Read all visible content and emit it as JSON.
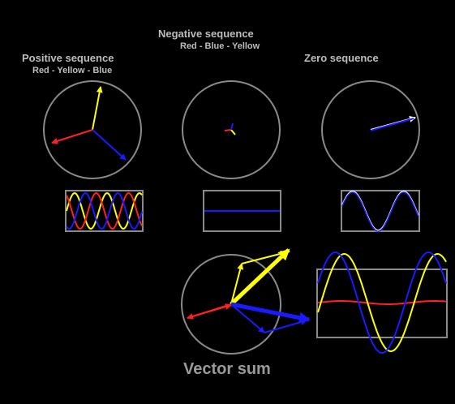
{
  "colors": {
    "background": "#000000",
    "red": "#ff2020",
    "yellow": "#ffff00",
    "blue": "#1a1aff",
    "outline": "#8a8a8a",
    "text": "#bdbdbd"
  },
  "positive": {
    "title": "Positive sequence",
    "order": "Red - Yellow - Blue"
  },
  "negative": {
    "title": "Negative sequence",
    "order": "Red - Blue - Yellow"
  },
  "zero": {
    "title": "Zero sequence"
  },
  "vector_sum": {
    "title": "Vector sum"
  }
}
